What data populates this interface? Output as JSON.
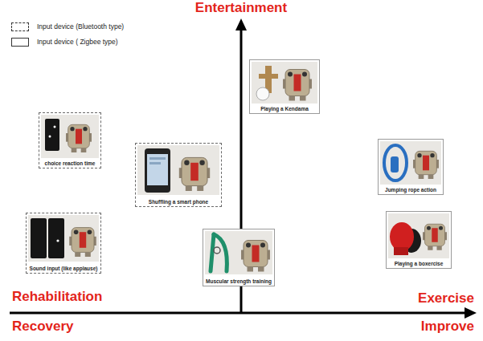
{
  "diagram": {
    "nodes": [
      {
        "text": [
          "choice reaction time"
        ]
      },
      {
        "text": [
          "Shuffling a smart phone"
        ]
      },
      {
        "text": [
          "Sound input (like applause)"
        ]
      },
      {
        "text": [
          "Muscular strength training"
        ]
      },
      {
        "text": [
          "Playing a Kendama"
        ]
      },
      {
        "text": [
          "Jumping rope action"
        ]
      },
      {
        "text": [
          "Playing a boxercise"
        ]
      }
    ],
    "labels": [
      "Entertainment",
      "Rehabilitation",
      "Recovery",
      "Exercise",
      "Improve"
    ],
    "legend": [
      {
        "text": "Input device (Bluetooth type)"
      },
      {
        "text": "Input device ( Zigbee type)"
      }
    ]
  }
}
